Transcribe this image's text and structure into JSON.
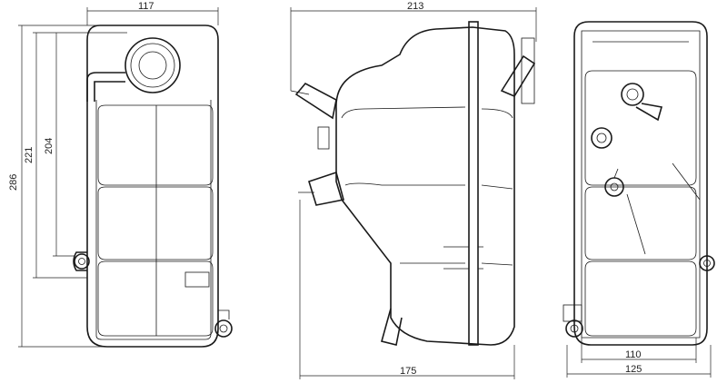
{
  "diagram": {
    "title": "Coolant expansion tank technical drawing",
    "dimensions": {
      "front_width": "117",
      "side_width": "213",
      "total_height": "286",
      "height_221": "221",
      "height_204": "204",
      "side_base": "175",
      "rear_inner": "110",
      "rear_width": "125"
    },
    "line_color": "#1a1a1a"
  }
}
